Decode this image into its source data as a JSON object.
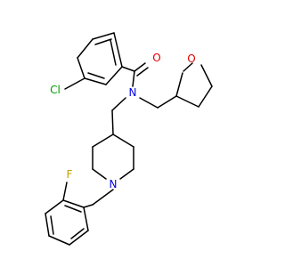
{
  "molecule": {
    "atoms": {
      "chlorine": {
        "label": "Cl",
        "color": "#00a000"
      },
      "carbonyl_oxygen": {
        "label": "O",
        "color": "#e00000"
      },
      "amide_nitrogen": {
        "label": "N",
        "color": "#0000e0"
      },
      "ring_oxygen": {
        "label": "O",
        "color": "#e00000"
      },
      "piperidine_nitrogen": {
        "label": "N",
        "color": "#0000e0"
      },
      "fluorine": {
        "label": "F",
        "color": "#c8a000"
      }
    }
  }
}
